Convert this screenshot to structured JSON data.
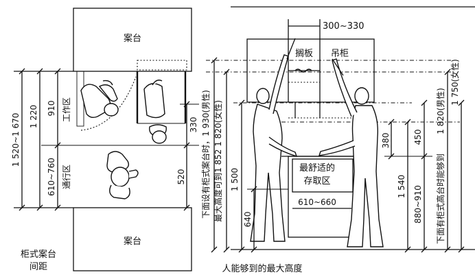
{
  "plan": {
    "counter_top": "案台",
    "counter_bottom": "案台",
    "dim_outer": "1 520~1 670",
    "dim_1220": "1 220",
    "dim_910": "910",
    "dim_610_760": "610~760",
    "zone_work": "工作区",
    "zone_pass": "通行区",
    "dim_330": "330",
    "dim_520": "520",
    "caption_line1": "柜式案台",
    "caption_line2": "间距"
  },
  "elevation": {
    "dim_300_330": "300~330",
    "shelf": "搁板",
    "wall_cabinet": "吊柜",
    "vertical_left_1": "下面设有柜式案台时，1 930(男性)",
    "vertical_left_2": "最大高度可到1 852    1 820(女性)",
    "dim_1500": "1 500",
    "dim_640": "640",
    "zone_best_1": "最舒适的",
    "zone_best_2": "存取区",
    "dim_610_660": "610~660",
    "dim_380": "380",
    "dim_1540": "1 540",
    "dim_450": "450",
    "dim_880_910": "880~910",
    "vertical_right_1": "1 820(男性)",
    "vertical_right_2": "下面有柜式高台时能够到",
    "dim_1750": "1 750(女性)",
    "caption": "人能够到的最大高度"
  }
}
